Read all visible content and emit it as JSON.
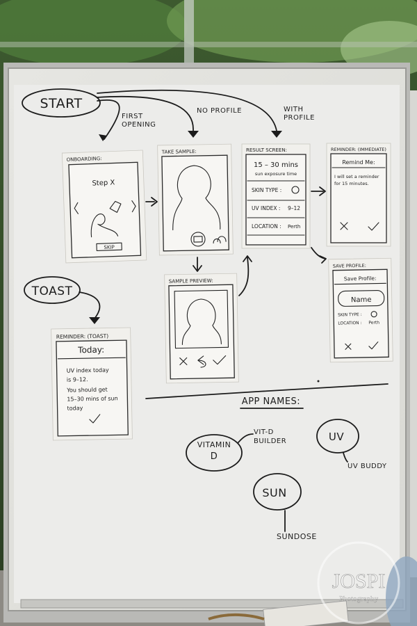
{
  "start": {
    "label": "START",
    "branch_first": [
      "FIRST",
      "OPENING"
    ],
    "branch_noprofile": "NO PROFILE",
    "branch_withprofile": [
      "WITH",
      "PROFILE"
    ]
  },
  "toast": {
    "label": "TOAST"
  },
  "cards": {
    "onboarding": {
      "title": "ONBOARDING:",
      "step": "Step X",
      "skip": "SKIP"
    },
    "take_sample": {
      "title": "TAKE SAMPLE:"
    },
    "sample_preview": {
      "title": "SAMPLE PREVIEW:"
    },
    "result": {
      "title": "RESULT SCREEN:",
      "time": "15 – 30 mins",
      "time_sub": "sun exposure time",
      "skin": "SKIN TYPE :",
      "uv": "UV INDEX :",
      "uv_value": "9–12",
      "location": "LOCATION :",
      "location_value": "Perth"
    },
    "reminder_immediate": {
      "title": "REMINDER: (IMMEDIATE)",
      "head": "Remind Me:",
      "body1": "I will set a reminder",
      "body2": "for 15 minutes."
    },
    "save_profile": {
      "title": "SAVE PROFILE:",
      "head": "Save Profile:",
      "name": "Name",
      "skin": "SKIN TYPE :",
      "location": "LOCATION :",
      "location_value": "Perth"
    },
    "reminder_toast": {
      "title": "REMINDER: (TOAST)",
      "head": "Today:",
      "lines": [
        "UV index today",
        "is 9–12.",
        "You should get",
        "15–30 mins of sun",
        "today"
      ]
    }
  },
  "app_names": {
    "heading": "APP NAMES:",
    "vitamin": [
      "VITAMIN",
      "D"
    ],
    "vitd_builder": [
      "VIT-D",
      "BUILDER"
    ],
    "uv": "UV",
    "uv_buddy": "UV BUDDY",
    "sun": "SUN",
    "sundose": "SUNDOSE"
  },
  "watermark": {
    "brand": "JOSPI",
    "sub": "Photography"
  }
}
